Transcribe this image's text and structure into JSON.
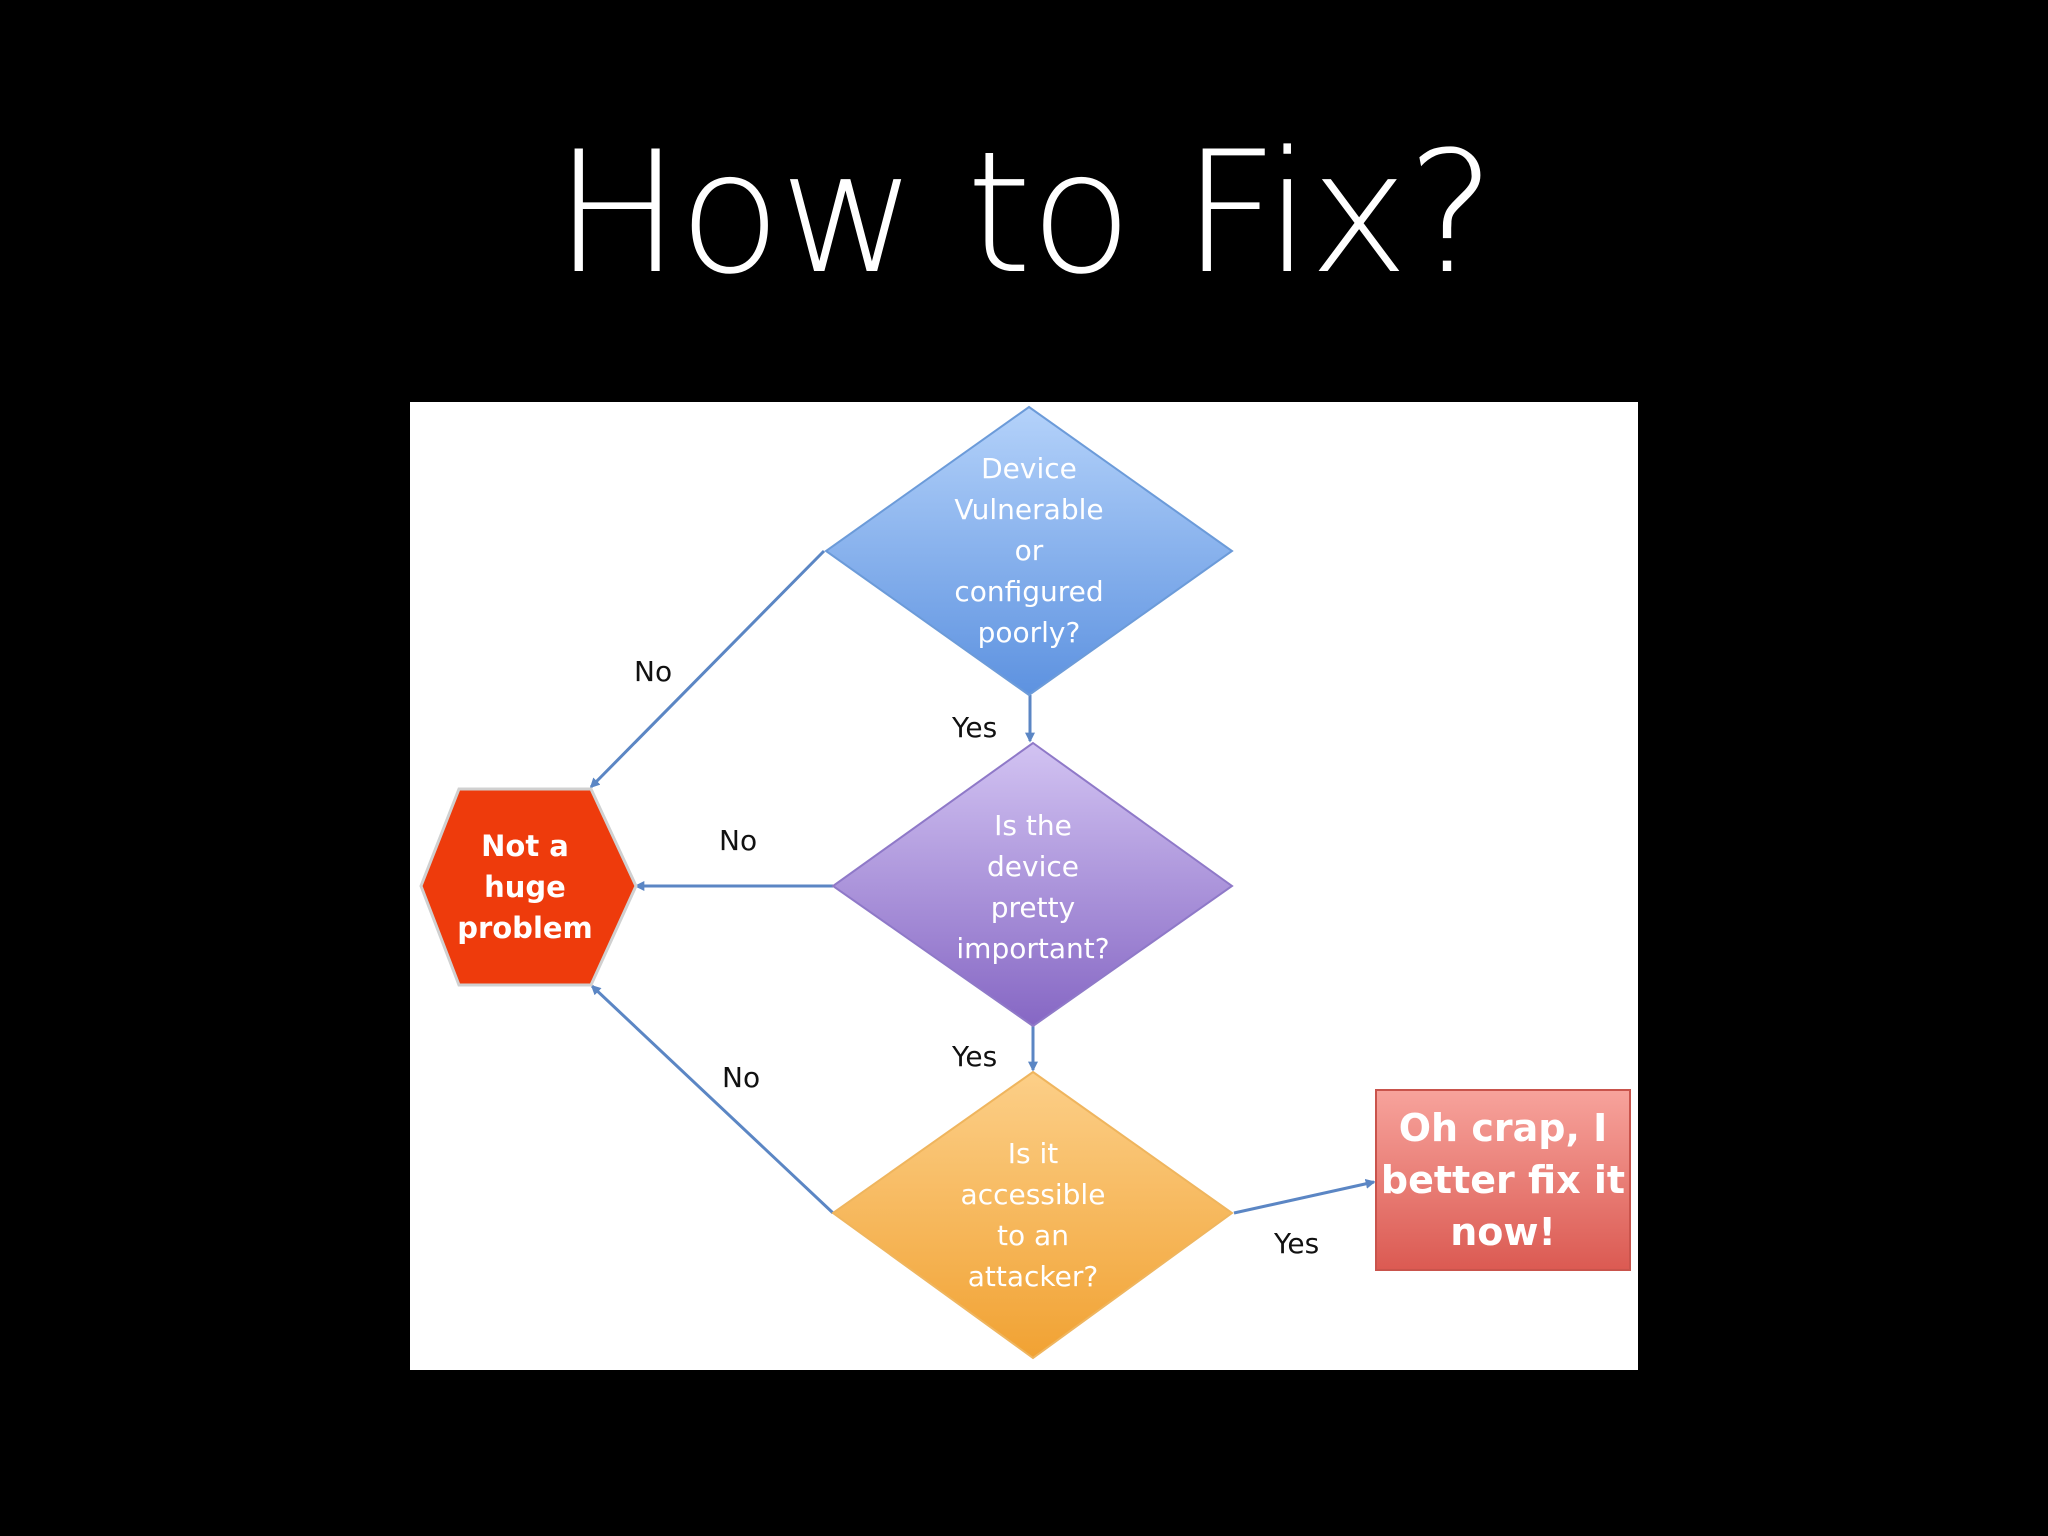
{
  "slide": {
    "title": "How to Fix?"
  },
  "flowchart": {
    "nodes": {
      "q1": {
        "text": "Device\nVulnerable\nor\nconfigured\npoorly?",
        "color": "#7fb0ee"
      },
      "q2": {
        "text": "Is the\ndevice\npretty\nimportant?",
        "color": "#a98fd8"
      },
      "q3": {
        "text": "Is it\naccessible\nto an\nattacker?",
        "color": "#f5b14a"
      },
      "not_problem": {
        "text": "Not a\nhuge\nproblem",
        "color": "#ee3b0c"
      },
      "fix_now": {
        "text": "Oh crap, I\nbetter fix it\nnow!",
        "color": "#e0726e"
      }
    },
    "edges": {
      "q1_no": "No",
      "q1_yes": "Yes",
      "q2_no": "No",
      "q2_yes": "Yes",
      "q3_no": "No",
      "q3_yes": "Yes"
    },
    "arrow_color": "#5b86c4"
  }
}
